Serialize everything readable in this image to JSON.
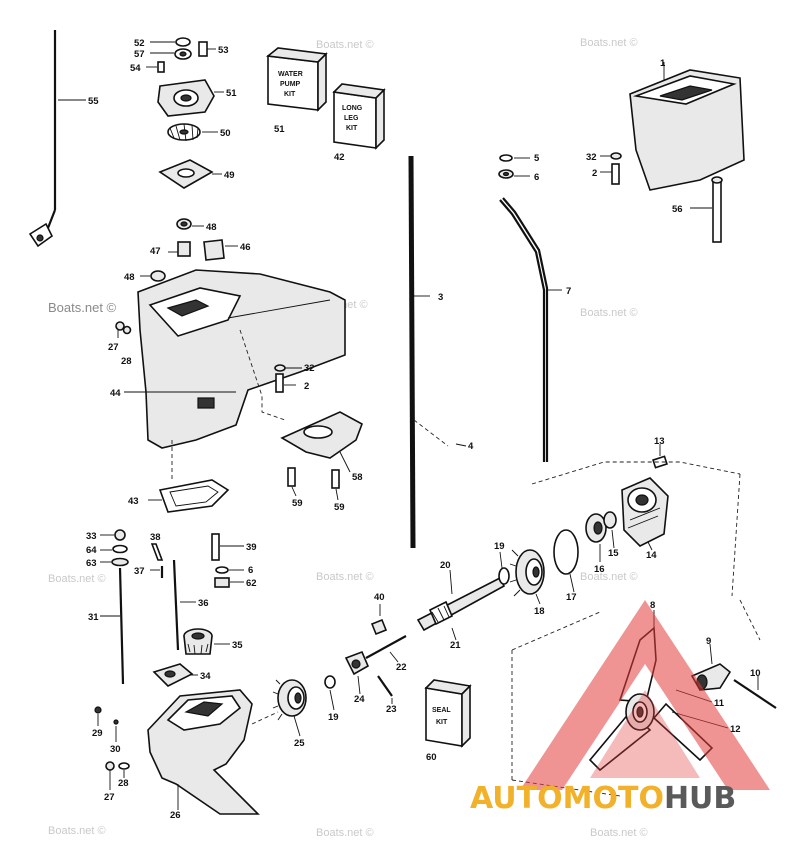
{
  "watermarks": [
    "Boats.net ©",
    "Boats.net ©",
    "Boats.net ©",
    "Boats.net ©",
    "Boats.net ©",
    "Boats.net ©",
    "Boats.net ©",
    "Boats.net ©",
    "Boats.net ©",
    "Boats.net ©"
  ],
  "watermark_large": "Boats.net ©",
  "kits": {
    "water_pump": [
      "WATER",
      "PUMP",
      "KIT"
    ],
    "long_leg": [
      "LONG",
      "LEG",
      "KIT"
    ],
    "seal": [
      "SEAL",
      "KIT"
    ]
  },
  "labels": {
    "l1": "1",
    "l2a": "2",
    "l2b": "2",
    "l3": "3",
    "l4": "4",
    "l5": "5",
    "l6a": "6",
    "l6b": "6",
    "l7": "7",
    "l8": "8",
    "l9": "9",
    "l10": "10",
    "l11": "11",
    "l12": "12",
    "l13": "13",
    "l14": "14",
    "l15": "15",
    "l16": "16",
    "l17": "17",
    "l18": "18",
    "l19a": "19",
    "l19b": "19",
    "l20": "20",
    "l21": "21",
    "l22": "22",
    "l23": "23",
    "l24": "24",
    "l25": "25",
    "l26": "26",
    "l27a": "27",
    "l27b": "27",
    "l28a": "28",
    "l28b": "28",
    "l29": "29",
    "l30": "30",
    "l31": "31",
    "l32a": "32",
    "l32b": "32",
    "l33": "33",
    "l34": "34",
    "l35": "35",
    "l36": "36",
    "l37": "37",
    "l38": "38",
    "l39": "39",
    "l40": "40",
    "l42": "42",
    "l43": "43",
    "l44": "44",
    "l46": "46",
    "l47": "47",
    "l48a": "48",
    "l48b": "48",
    "l49": "49",
    "l50": "50",
    "l51a": "51",
    "l51b": "51",
    "l52": "52",
    "l53": "53",
    "l54": "54",
    "l55": "55",
    "l56": "56",
    "l57": "57",
    "l58": "58",
    "l59a": "59",
    "l59b": "59",
    "l60": "60",
    "l62": "62",
    "l63": "63",
    "l64": "64"
  },
  "logo": {
    "part1": "AUTO",
    "part2": "MOTO",
    "part3": "HUB",
    "color_auto": "#f2b12a",
    "color_hub": "#5a5a5a",
    "triangle_color": "#e23b3b"
  }
}
